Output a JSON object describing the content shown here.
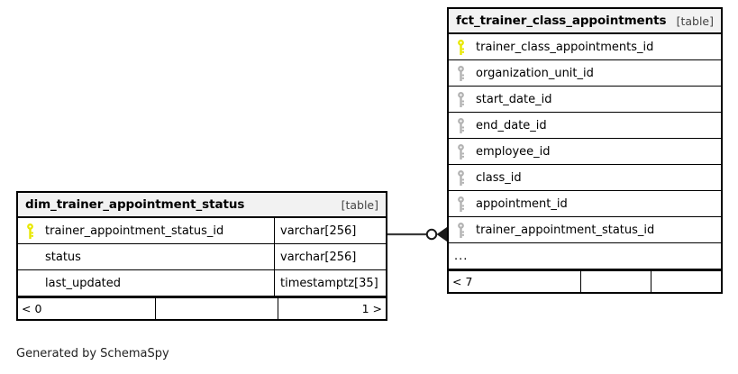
{
  "diagram": {
    "type": "entity-relationship",
    "footnote": "Generated by SchemaSpy",
    "kind_label": "[table]"
  },
  "tables": {
    "dim": {
      "name": "dim_trainer_appointment_status",
      "kind": "[table]",
      "columns": [
        {
          "key": "primary",
          "name": "trainer_appointment_status_id",
          "type": "varchar[256]"
        },
        {
          "key": "none",
          "name": "status",
          "type": "varchar[256]"
        },
        {
          "key": "none",
          "name": "last_updated",
          "type": "timestamptz[35]"
        }
      ],
      "footer": {
        "left": "< 0",
        "middle": "",
        "right": "1 >"
      }
    },
    "fct": {
      "name": "fct_trainer_class_appointments",
      "kind": "[table]",
      "columns": [
        {
          "key": "primary",
          "name": "trainer_class_appointments_id"
        },
        {
          "key": "foreign",
          "name": "organization_unit_id"
        },
        {
          "key": "foreign",
          "name": "start_date_id"
        },
        {
          "key": "foreign",
          "name": "end_date_id"
        },
        {
          "key": "foreign",
          "name": "employee_id"
        },
        {
          "key": "foreign",
          "name": "class_id"
        },
        {
          "key": "foreign",
          "name": "appointment_id"
        },
        {
          "key": "foreign",
          "name": "trainer_appointment_status_id"
        }
      ],
      "more_label": "...",
      "footer": {
        "left": "< 7",
        "middle": "",
        "right": ""
      }
    }
  },
  "relationship": {
    "from_table": "dim_trainer_appointment_status",
    "from_column": "trainer_appointment_status_id",
    "to_table": "fct_trainer_class_appointments",
    "to_column": "trainer_appointment_status_id",
    "cardinality": "one-to-many"
  },
  "colors": {
    "primary_key": "#e8e800",
    "foreign_key": "#b3b3b3",
    "border": "#000000",
    "header_bg": "#f2f2f2",
    "background": "#ffffff"
  }
}
